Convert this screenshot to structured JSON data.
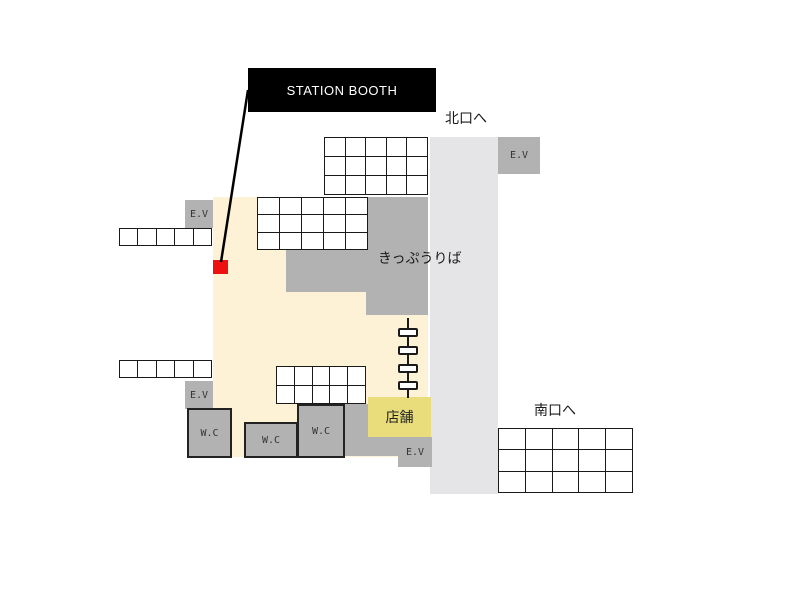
{
  "map": {
    "station_booth_label": "STATION BOOTH",
    "north_exit_label": "北口へ",
    "south_exit_label": "南口へ",
    "ticket_office_label": "きっぷうりば",
    "shop_label": "店舗",
    "elevators": [
      "E.V",
      "E.V",
      "E.V",
      "E.V"
    ],
    "restrooms": [
      "W.C",
      "W.C",
      "W.C"
    ],
    "colors": {
      "concourse": "#fdf1d6",
      "corridor": "#e5e5e7",
      "facility": "#b3b2b3",
      "shop": "#e9dc7a",
      "booth_marker": "#ee1111",
      "booth_label_bg": "#000000"
    }
  }
}
